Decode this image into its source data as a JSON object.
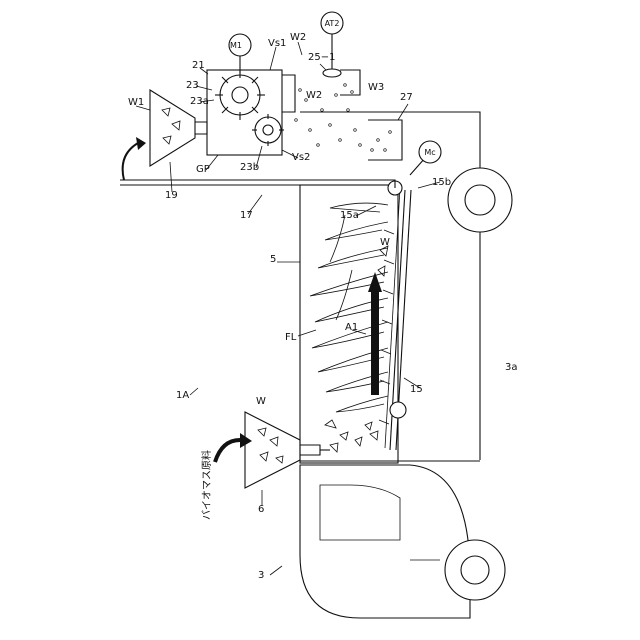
{
  "labels": {
    "system": "1A",
    "truck": "3",
    "truck_bed": "3a",
    "furnace": "5",
    "hopper_main": "6",
    "duct": "17",
    "hopper_aux": "19",
    "crusher": "21",
    "gear_upper": "23",
    "gear_upper_teeth": "23a",
    "gear_lower_teeth": "23b",
    "nozzle": "25−1",
    "collector": "27",
    "conveyor": "15",
    "conveyor_tail": "15a",
    "conveyor_head": "15b",
    "motor_m1": "M1",
    "motor_mc": "Mc",
    "actuator": "AT2",
    "flame": "FL",
    "flow_arrow": "A1",
    "gap": "GP",
    "material_w": "W",
    "material_w_hopper": "W",
    "material_w1": "W1",
    "material_w2_top": "W2",
    "material_w2_mid": "W2",
    "material_w3": "W3",
    "vs1": "Vs1",
    "vs2": "Vs2",
    "biomass_input": "バイオマス原料"
  }
}
